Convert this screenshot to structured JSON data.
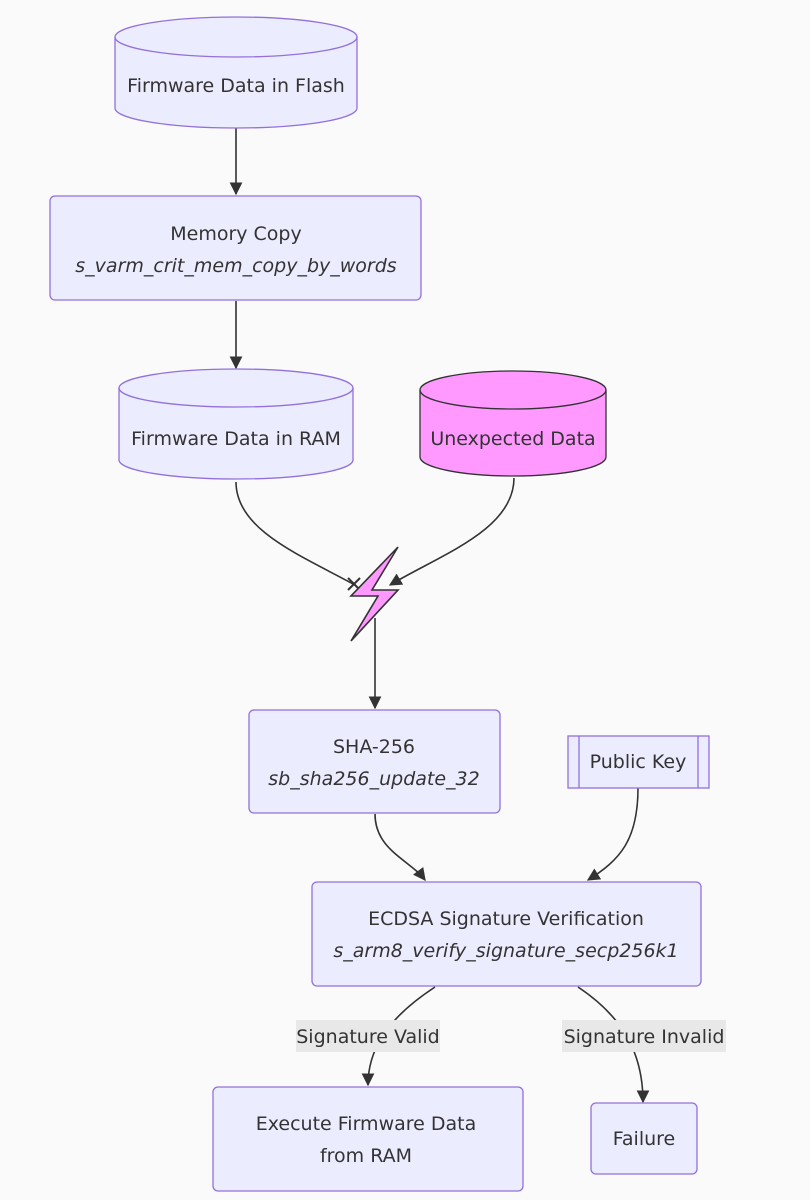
{
  "colors": {
    "background": "#fafafa",
    "node_fill": "#ececff",
    "node_stroke": "#9370db",
    "highlight_fill": "#ff99ff",
    "highlight_stroke": "#333333",
    "edge": "#333333",
    "edge_label_bg": "#e8e8e8"
  },
  "nodes": {
    "flash": {
      "shape": "cylinder",
      "title": "Firmware Data in Flash"
    },
    "memcopy": {
      "shape": "rounded-rect",
      "title": "Memory Copy",
      "subtitle": "s_varm_crit_mem_copy_by_words"
    },
    "ram": {
      "shape": "cylinder",
      "title": "Firmware Data in RAM"
    },
    "unexpected": {
      "shape": "cylinder",
      "title": "Unexpected Data",
      "highlight": true
    },
    "glitch": {
      "shape": "lightning-bolt",
      "icon": "lightning-icon"
    },
    "sha": {
      "shape": "rounded-rect",
      "title": "SHA-256",
      "subtitle": "sb_sha256_update_32"
    },
    "pubkey": {
      "shape": "subroutine",
      "title": "Public Key"
    },
    "ecdsa": {
      "shape": "rounded-rect",
      "title": "ECDSA Signature Verification",
      "subtitle": "s_arm8_verify_signature_secp256k1"
    },
    "execute": {
      "shape": "rounded-rect",
      "title": "Execute Firmware Data",
      "title2": "from RAM"
    },
    "failure": {
      "shape": "rounded-rect",
      "title": "Failure"
    }
  },
  "edges": [
    {
      "from": "flash",
      "to": "memcopy",
      "arrow": "arrow"
    },
    {
      "from": "memcopy",
      "to": "ram",
      "arrow": "arrow"
    },
    {
      "from": "ram",
      "to": "glitch",
      "arrow": "cross"
    },
    {
      "from": "unexpected",
      "to": "glitch",
      "arrow": "arrow"
    },
    {
      "from": "glitch",
      "to": "sha",
      "arrow": "arrow"
    },
    {
      "from": "sha",
      "to": "ecdsa",
      "arrow": "arrow"
    },
    {
      "from": "pubkey",
      "to": "ecdsa",
      "arrow": "arrow"
    },
    {
      "from": "ecdsa",
      "to": "execute",
      "arrow": "arrow",
      "label": "Signature Valid"
    },
    {
      "from": "ecdsa",
      "to": "failure",
      "arrow": "arrow",
      "label": "Signature Invalid"
    }
  ]
}
